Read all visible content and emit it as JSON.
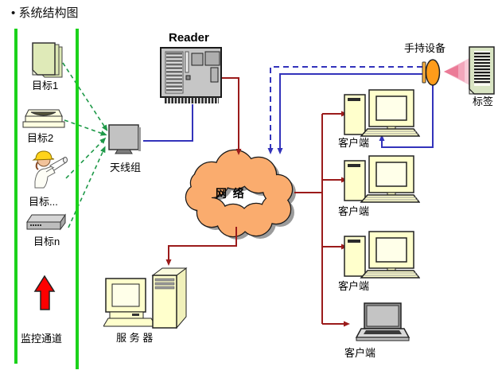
{
  "title": {
    "bullet": "•",
    "text": "系统结构图"
  },
  "channel": {
    "label": "监控通道",
    "direction_arrow": "up",
    "targets": [
      {
        "label": "目标1",
        "icon": "documents-icon"
      },
      {
        "label": "目标2",
        "icon": "scanner-icon"
      },
      {
        "label": "目标...",
        "icon": "worker-icon"
      },
      {
        "label": "目标n",
        "icon": "switch-icon"
      }
    ]
  },
  "nodes": {
    "reader": {
      "label": "Reader",
      "icon": "reader-device-icon"
    },
    "antenna": {
      "label": "天线组",
      "icon": "antenna-unit-icon"
    },
    "network": {
      "label": "网  络",
      "icon": "network-cloud"
    },
    "server": {
      "label": "服 务 器",
      "icon": "server-icon"
    },
    "handheld": {
      "label": "手持设备",
      "icon": "handheld-reader-icon"
    },
    "tag": {
      "label": "标签",
      "icon": "barcode-tag-icon"
    },
    "clients": [
      {
        "label": "客户端",
        "icon": "desktop-client-icon"
      },
      {
        "label": "客户端",
        "icon": "desktop-client-icon"
      },
      {
        "label": "客户端",
        "icon": "desktop-client-icon"
      },
      {
        "label": "客户端",
        "icon": "laptop-client-icon"
      }
    ]
  },
  "colors": {
    "channel_green": "#1bd21b",
    "dashed_arrow_green": "#1e9948",
    "link_red": "#9b1b1b",
    "link_blue": "#3333bb",
    "direction_arrow_red": "#fe0000",
    "cloud_fill": "#faac6e",
    "cloud_shadow": "#9b9b9b",
    "device_yellow": "#ffffcc",
    "document_green": "#dce8b4",
    "handheld_orange": "#ff9c1a",
    "beam_pink": "#f7c9d6"
  }
}
